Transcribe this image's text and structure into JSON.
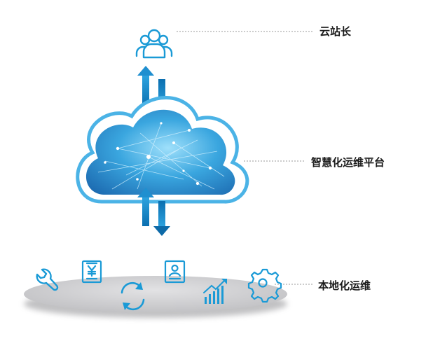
{
  "labels": {
    "top": "云站长",
    "middle": "智慧化运维平台",
    "bottom": "本地化运维"
  },
  "colors": {
    "primary_blue": "#1a9ad6",
    "cloud_dark": "#1d6fb6",
    "cloud_light": "#8fd4f5",
    "cloud_outline": "#5fbbe8",
    "disk_gray": "#cfcfd1",
    "connector": "#9a9a9a"
  },
  "icons": {
    "top": "users-group-icon",
    "bottom": [
      "wrench-icon",
      "invoice-yen-icon",
      "refresh-icon",
      "id-card-icon",
      "bar-chart-growth-icon",
      "gear-icon"
    ]
  }
}
